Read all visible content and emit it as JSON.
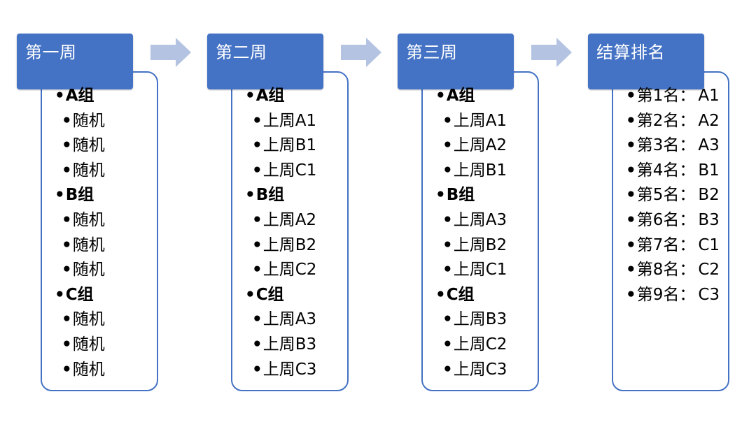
{
  "colors": {
    "header_fill": "#4472c4",
    "box_border": "#4472c4",
    "arrow_fill": "#b4c3e1"
  },
  "stages": [
    {
      "title": "第一周",
      "groups": [
        {
          "name": "A组",
          "items": [
            "随机",
            "随机",
            "随机"
          ]
        },
        {
          "name": "B组",
          "items": [
            "随机",
            "随机",
            "随机"
          ]
        },
        {
          "name": "C组",
          "items": [
            "随机",
            "随机",
            "随机"
          ]
        }
      ]
    },
    {
      "title": "第二周",
      "groups": [
        {
          "name": "A组",
          "items": [
            "上周A1",
            "上周B1",
            "上周C1"
          ]
        },
        {
          "name": "B组",
          "items": [
            "上周A2",
            "上周B2",
            "上周C2"
          ]
        },
        {
          "name": "C组",
          "items": [
            "上周A3",
            "上周B3",
            "上周C3"
          ]
        }
      ]
    },
    {
      "title": "第三周",
      "groups": [
        {
          "name": "A组",
          "items": [
            "上周A1",
            "上周A2",
            "上周B1"
          ]
        },
        {
          "name": "B组",
          "items": [
            "上周A3",
            "上周B2",
            "上周C1"
          ]
        },
        {
          "name": "C组",
          "items": [
            "上周B3",
            "上周C2",
            "上周C3"
          ]
        }
      ]
    }
  ],
  "ranking": {
    "title": "结算排名",
    "items": [
      {
        "label": "第1名：",
        "value": "A1"
      },
      {
        "label": "第2名：",
        "value": "A2"
      },
      {
        "label": "第3名：",
        "value": "A3"
      },
      {
        "label": "第4名：",
        "value": "B1"
      },
      {
        "label": "第5名：",
        "value": "B2"
      },
      {
        "label": "第6名：",
        "value": "B3"
      },
      {
        "label": "第7名：",
        "value": "C1"
      },
      {
        "label": "第8名：",
        "value": "C2"
      },
      {
        "label": "第9名：",
        "value": "C3"
      }
    ]
  },
  "bullet": "•"
}
